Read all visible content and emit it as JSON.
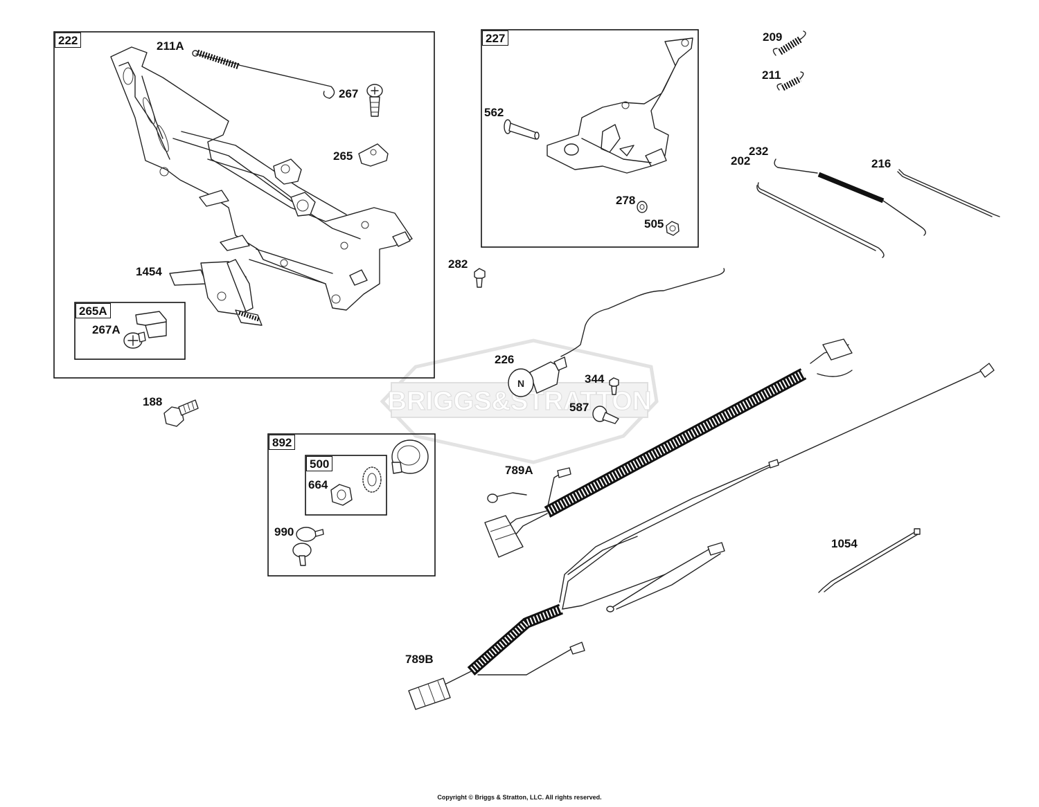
{
  "watermark": {
    "text": "BRIGGS&STRATTON"
  },
  "copyright": "Copyright © Briggs & Stratton, LLC. All rights reserved.",
  "boxes": {
    "b222": "222",
    "b227": "227",
    "b265A": "265A",
    "b892": "892",
    "b500": "500"
  },
  "callouts": {
    "c211A": "211A",
    "c267": "267",
    "c265": "265",
    "c1454": "1454",
    "c267A": "267A",
    "c562": "562",
    "c278": "278",
    "c505": "505",
    "c209": "209",
    "c211": "211",
    "c232": "232",
    "c216": "216",
    "c202": "202",
    "c282": "282",
    "c226": "226",
    "c344": "344",
    "c587": "587",
    "c188": "188",
    "c664": "664",
    "c990": "990",
    "c789A": "789A",
    "c1054": "1054",
    "c789B": "789B"
  }
}
